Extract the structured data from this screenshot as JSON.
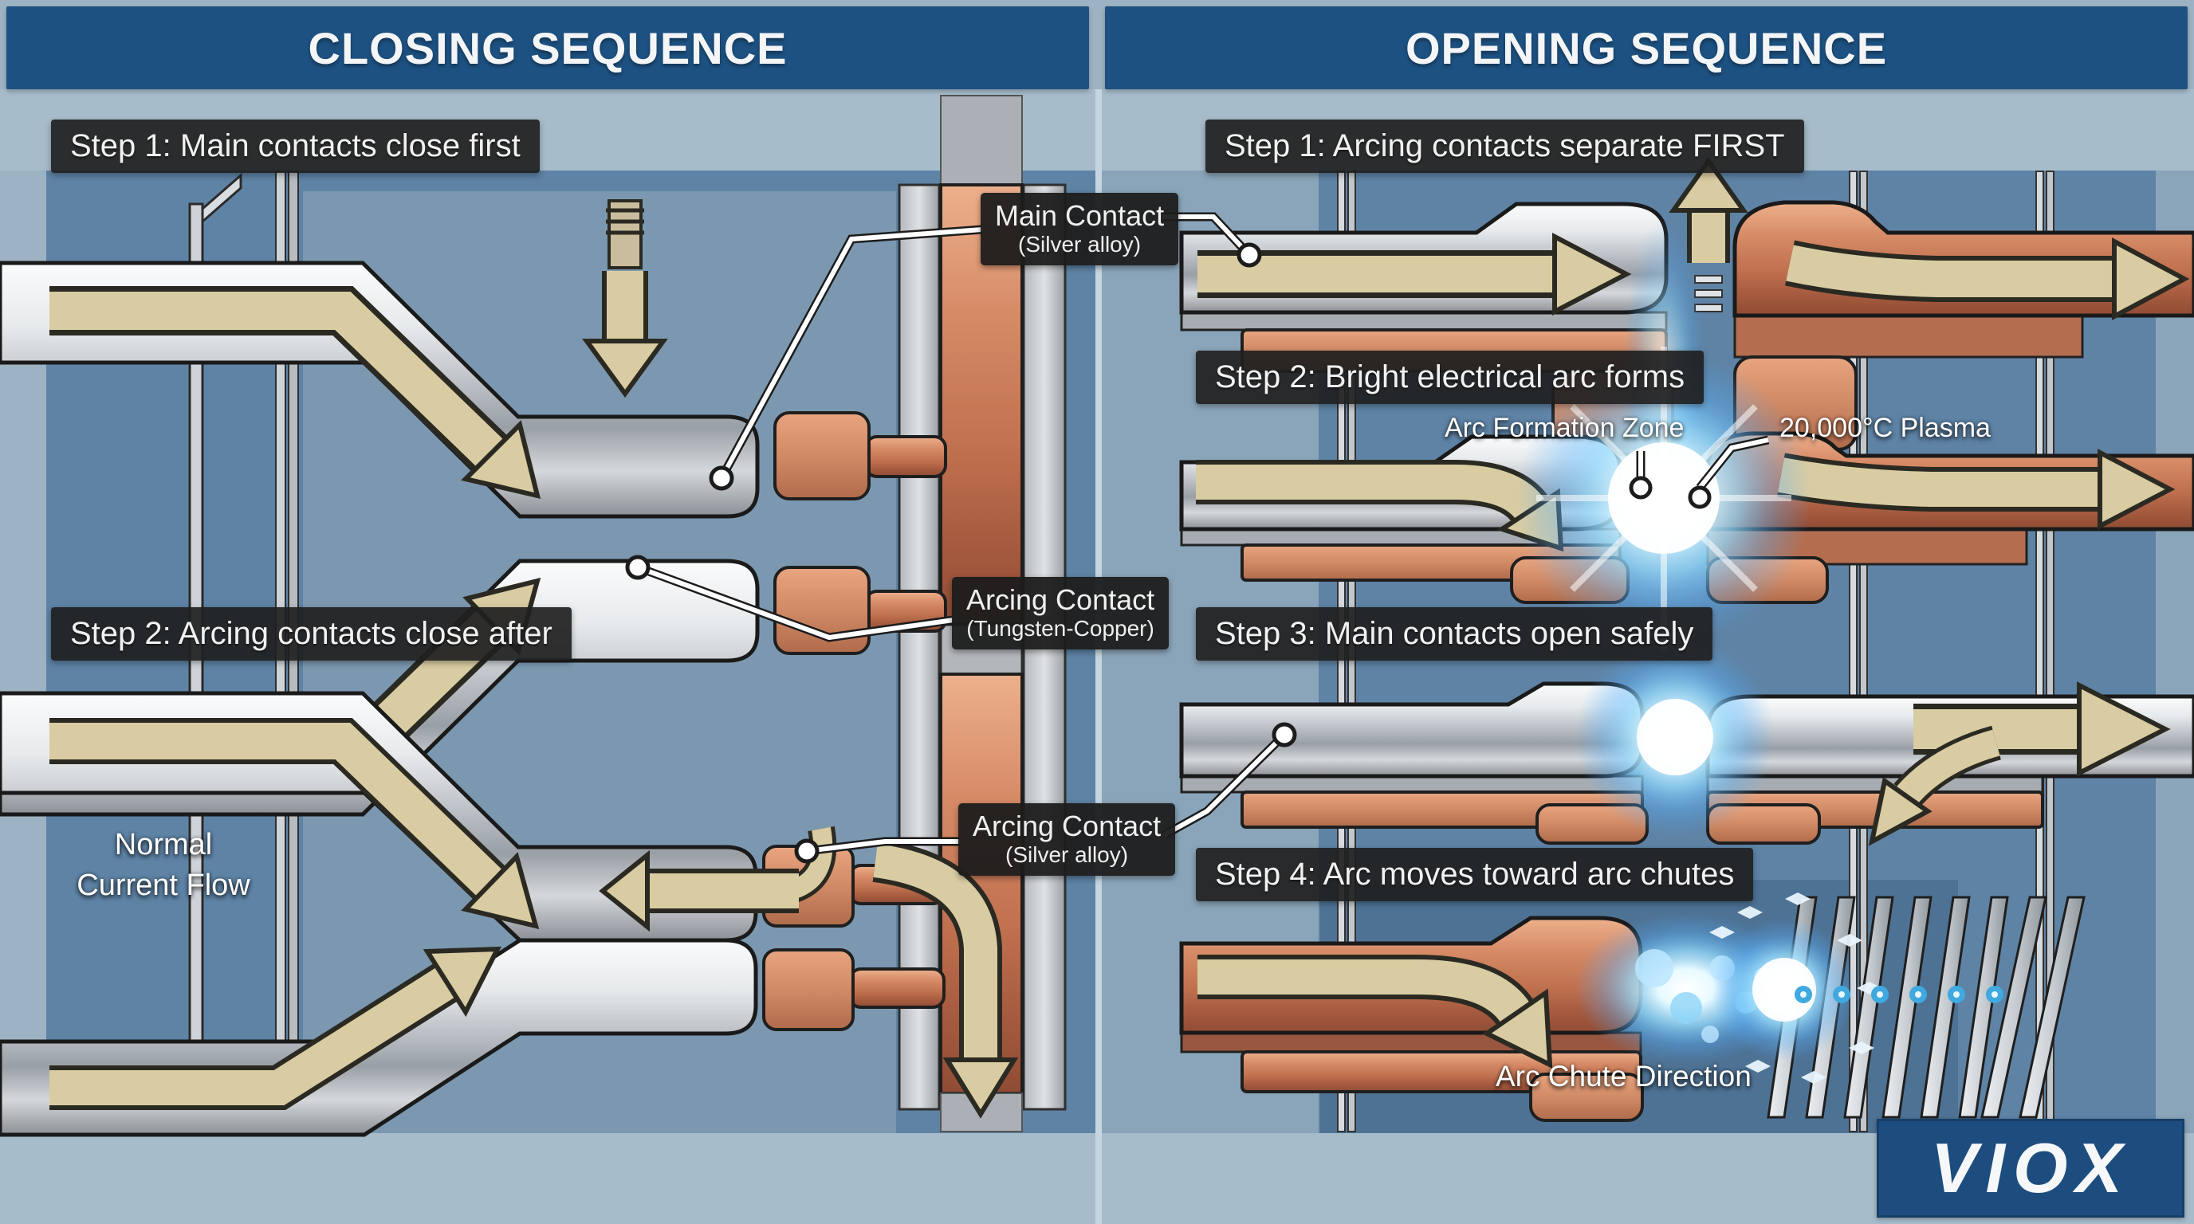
{
  "header": {
    "closing": "CLOSING SEQUENCE",
    "opening": "OPENING SEQUENCE"
  },
  "closing": {
    "step1": "Step 1: Main contacts close first",
    "step2": "Step 2: Arcing contacts close after",
    "normal_flow": "Normal\nCurrent Flow"
  },
  "opening": {
    "step1": "Step 1: Arcing contacts separate FIRST",
    "step2": "Step 2: Bright electrical arc forms",
    "step3": "Step 3: Main contacts open safely",
    "step4": "Step 4: Arc moves toward arc chutes",
    "arc_zone": "Arc Formation Zone",
    "plasma": "20,000°C Plasma",
    "chute": "Arc Chute Direction"
  },
  "callouts": {
    "main_contact": {
      "name": "Main Contact",
      "material": "(Silver alloy)"
    },
    "arcing_contact_fixed": {
      "name": "Arcing Contact",
      "material": "(Tungsten-Copper)"
    },
    "arcing_contact_moving": {
      "name": "Arcing Contact",
      "material": "(Silver alloy)"
    }
  },
  "brand": {
    "logo": "VIOX"
  },
  "colors": {
    "header_bg": "#1d5181",
    "panel_blue": "#5e83a5",
    "panel_light": "#a7bccb",
    "label_bg": "#202020",
    "copper": "#c0714f",
    "silver": "#c9ced3",
    "flow_arrow": "#d9cca2",
    "arc_glow": "#bfe9ff",
    "brand_bg": "#1c4d7e"
  }
}
